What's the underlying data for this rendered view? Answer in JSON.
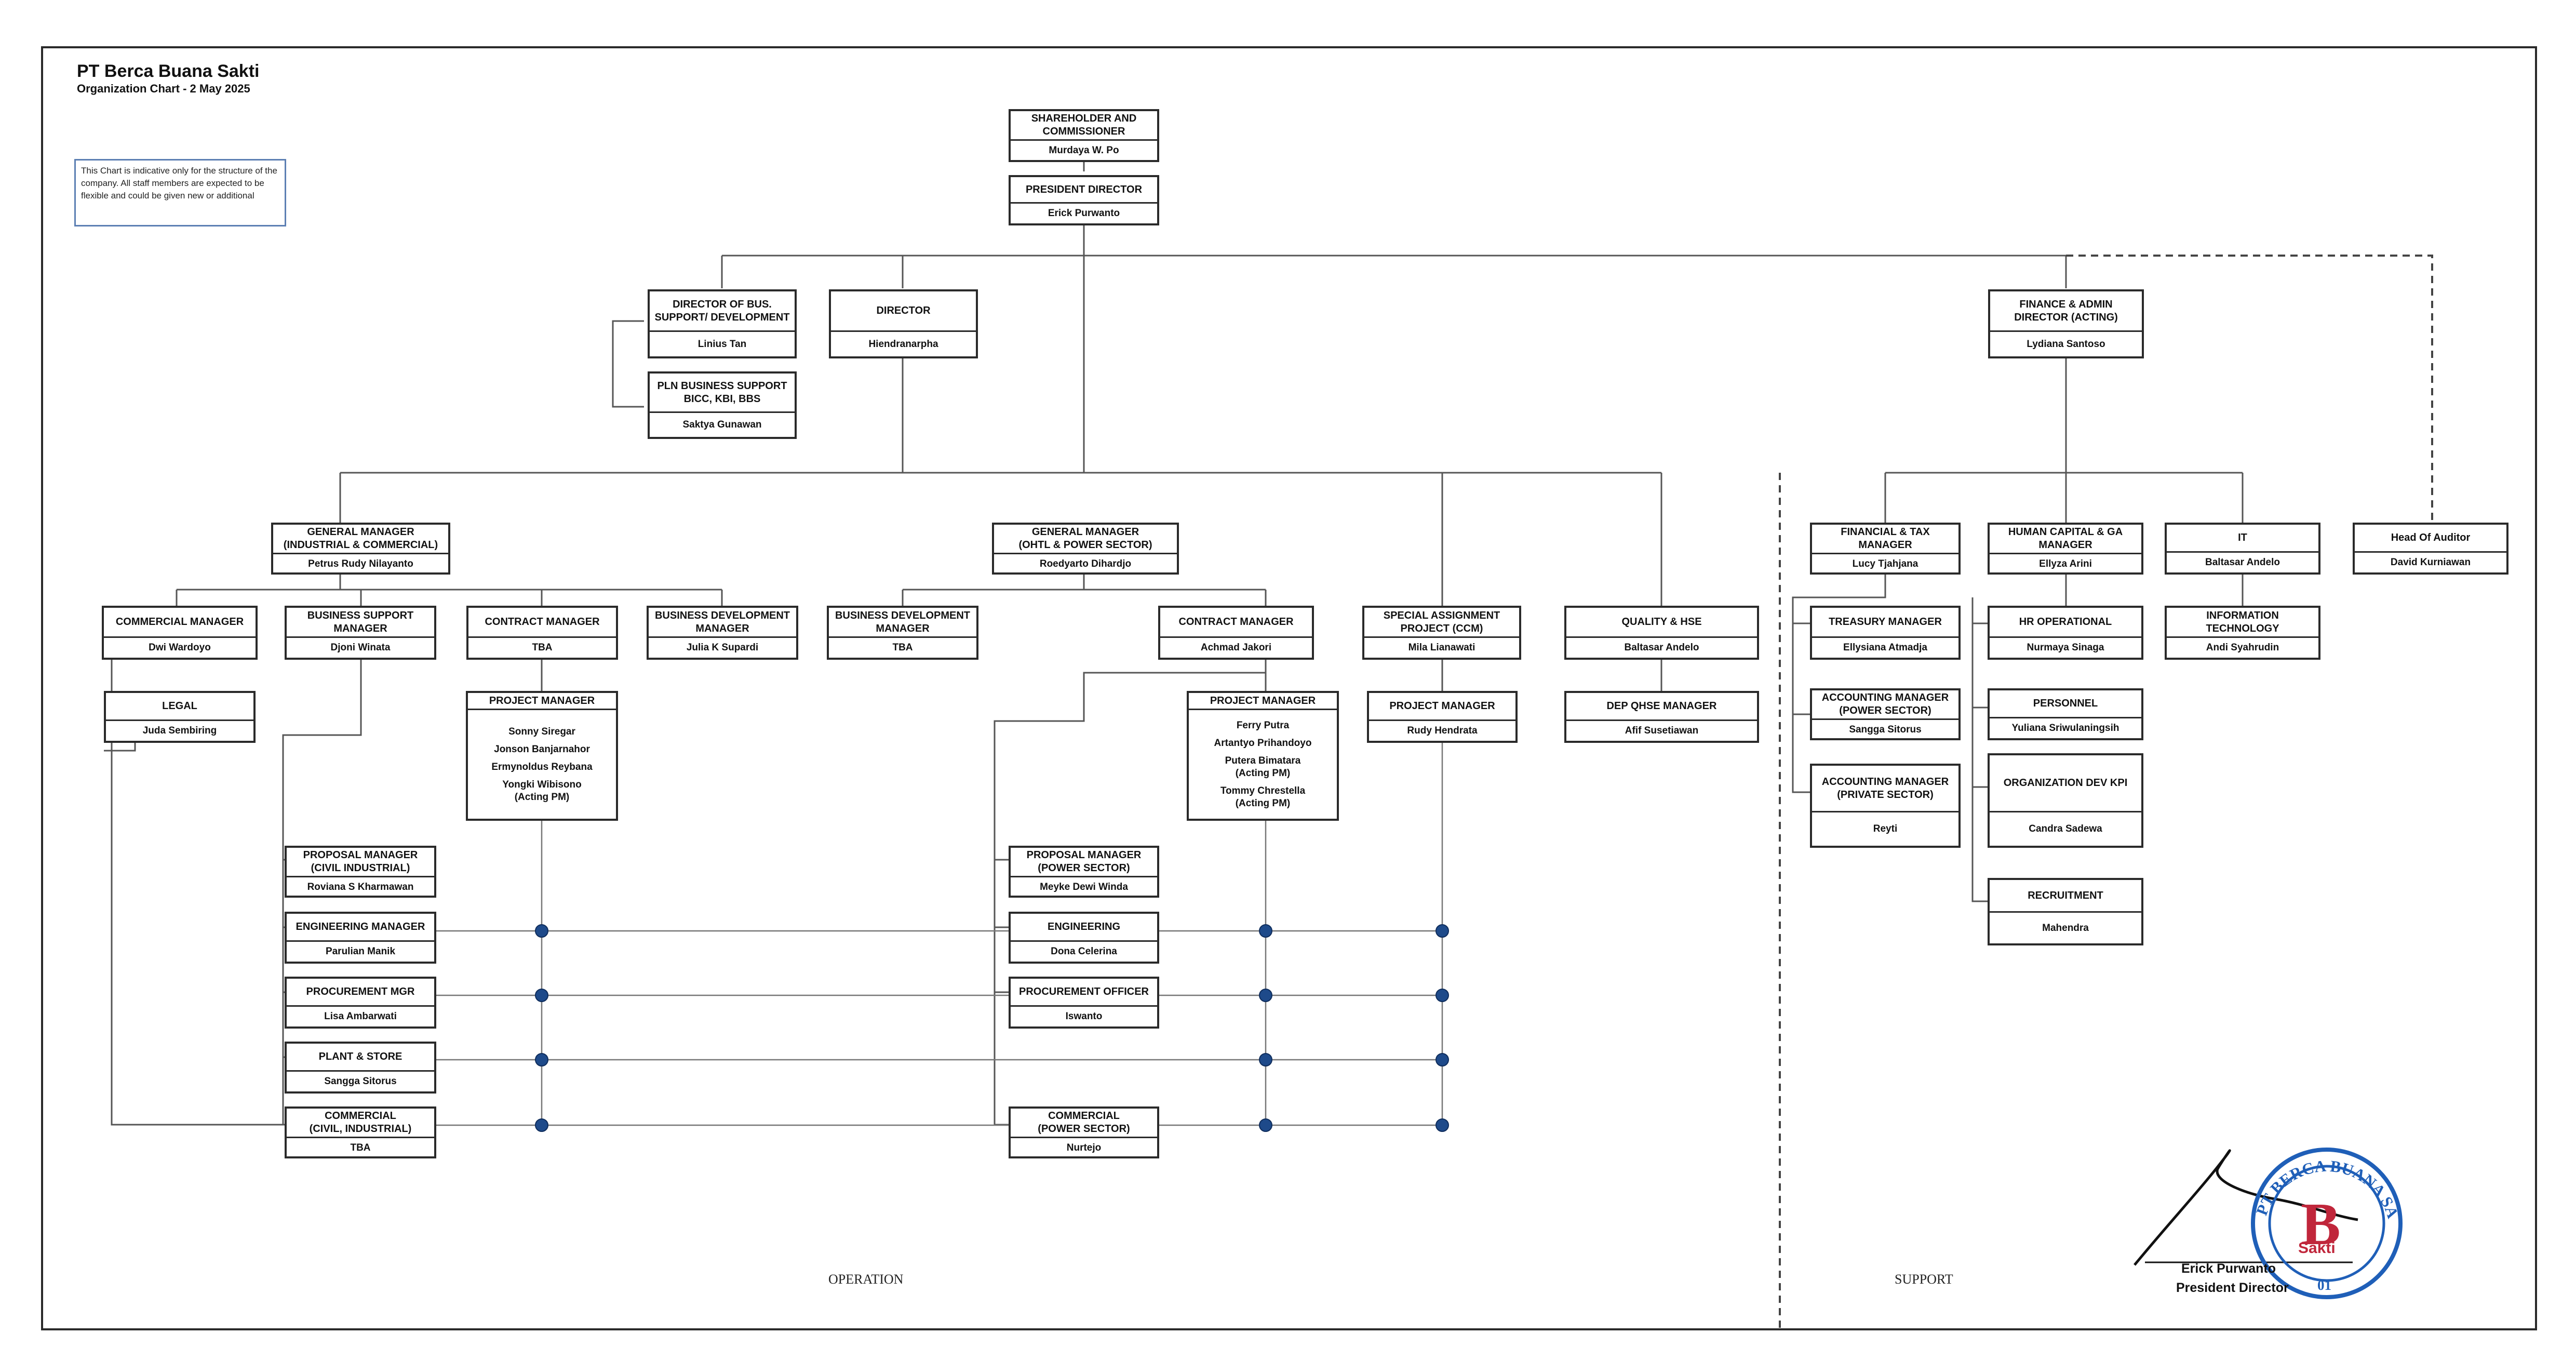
{
  "header": {
    "company": "PT Berca Buana Sakti",
    "subtitle": "Organization Chart - 2 May 2025",
    "note": "This Chart is indicative only for the structure of the company. All staff members are expected to be flexible and could be given new or additional"
  },
  "nodes": {
    "shareholder": {
      "title": "SHAREHOLDER AND\nCOMMISSIONER",
      "names": [
        "Murdaya W. Po"
      ]
    },
    "president": {
      "title": "PRESIDENT DIRECTOR",
      "names": [
        "Erick Purwanto"
      ]
    },
    "dir_bus": {
      "title": "DIRECTOR OF BUS.\nSUPPORT/ DEVELOPMENT",
      "names": [
        "Linius Tan"
      ]
    },
    "pln": {
      "title": "PLN BUSINESS SUPPORT\nBICC, KBI, BBS",
      "names": [
        "Saktya Gunawan"
      ]
    },
    "director": {
      "title": "DIRECTOR",
      "names": [
        "Hiendranarpha"
      ]
    },
    "finance_dir": {
      "title": "FINANCE & ADMIN\nDIRECTOR (ACTING)",
      "names": [
        "Lydiana Santoso"
      ]
    },
    "gm_ind": {
      "title": "GENERAL MANAGER\n(INDUSTRIAL & COMMERCIAL)",
      "names": [
        "Petrus Rudy Nilayanto"
      ]
    },
    "gm_ohtl": {
      "title": "GENERAL MANAGER\n(OHTL & POWER SECTOR)",
      "names": [
        "Roedyarto Dihardjo"
      ]
    },
    "commercial_mgr": {
      "title": "COMMERCIAL MANAGER",
      "names": [
        "Dwi Wardoyo"
      ]
    },
    "bus_support_mgr": {
      "title": "BUSINESS SUPPORT\nMANAGER",
      "names": [
        "Djoni Winata"
      ]
    },
    "contract_mgr_1": {
      "title": "CONTRACT MANAGER",
      "names": [
        "TBA"
      ]
    },
    "bus_dev_1": {
      "title": "BUSINESS DEVELOPMENT\nMANAGER",
      "names": [
        "Julia K Supardi"
      ]
    },
    "bus_dev_2": {
      "title": "BUSINESS DEVELOPMENT\nMANAGER",
      "names": [
        "TBA"
      ]
    },
    "contract_mgr_2": {
      "title": "CONTRACT MANAGER",
      "names": [
        "Achmad Jakori"
      ]
    },
    "special": {
      "title": "SPECIAL ASSIGNMENT\nPROJECT (CCM)",
      "names": [
        "Mila Lianawati"
      ]
    },
    "quality": {
      "title": "QUALITY & HSE",
      "names": [
        "Baltasar Andelo"
      ]
    },
    "legal": {
      "title": "LEGAL",
      "names": [
        "Juda Sembiring"
      ]
    },
    "pm_1": {
      "title": "PROJECT MANAGER",
      "names": [
        "Sonny Siregar",
        "Jonson Banjarnahor",
        "Ermynoldus Reybana",
        "Yongki Wibisono\n(Acting PM)"
      ]
    },
    "pm_2": {
      "title": "PROJECT MANAGER",
      "names": [
        "Ferry Putra",
        "Artantyo Prihandoyo",
        "Putera Bimatara\n(Acting PM)",
        "Tommy Chrestella\n(Acting PM)"
      ]
    },
    "pm_3": {
      "title": "PROJECT MANAGER",
      "names": [
        "Rudy Hendrata"
      ]
    },
    "dep_qhse": {
      "title": "DEP QHSE MANAGER",
      "names": [
        "Afif Susetiawan"
      ]
    },
    "proposal_1": {
      "title": "PROPOSAL MANAGER\n(CIVIL INDUSTRIAL)",
      "names": [
        "Roviana S Kharmawan"
      ]
    },
    "eng_mgr": {
      "title": "ENGINEERING MANAGER",
      "names": [
        "Parulian Manik"
      ]
    },
    "proc_mgr": {
      "title": "PROCUREMENT MGR",
      "names": [
        "Lisa Ambarwati"
      ]
    },
    "plant": {
      "title": "PLANT & STORE",
      "names": [
        "Sangga Sitorus"
      ]
    },
    "comm_civil": {
      "title": "COMMERCIAL\n(CIVIL, INDUSTRIAL)",
      "names": [
        "TBA"
      ]
    },
    "proposal_2": {
      "title": "PROPOSAL MANAGER\n(POWER SECTOR)",
      "names": [
        "Meyke Dewi Winda"
      ]
    },
    "engineering": {
      "title": "ENGINEERING",
      "names": [
        "Dona Celerina"
      ]
    },
    "proc_officer": {
      "title": "PROCUREMENT OFFICER",
      "names": [
        "Iswanto"
      ]
    },
    "comm_power": {
      "title": "COMMERCIAL\n(POWER SECTOR)",
      "names": [
        "Nurtejo"
      ]
    },
    "fin_tax": {
      "title": "FINANCIAL & TAX\nMANAGER",
      "names": [
        "Lucy Tjahjana"
      ]
    },
    "hc_ga": {
      "title": "HUMAN CAPITAL & GA\nMANAGER",
      "names": [
        "Ellyza Arini"
      ]
    },
    "it": {
      "title": "IT",
      "names": [
        "Baltasar Andelo"
      ]
    },
    "auditor": {
      "title": "Head Of Auditor",
      "names": [
        "David Kurniawan"
      ]
    },
    "treasury": {
      "title": "TREASURY MANAGER",
      "names": [
        "Ellysiana Atmadja"
      ]
    },
    "acc_power": {
      "title": "ACCOUNTING MANAGER\n(POWER SECTOR)",
      "names": [
        "Sangga Sitorus"
      ]
    },
    "acc_private": {
      "title": "ACCOUNTING MANAGER\n(PRIVATE SECTOR)",
      "names": [
        "Reyti"
      ]
    },
    "hr_op": {
      "title": "HR OPERATIONAL",
      "names": [
        "Nurmaya Sinaga"
      ]
    },
    "personnel": {
      "title": "PERSONNEL",
      "names": [
        "Yuliana Sriwulaningsih"
      ]
    },
    "org_dev": {
      "title": "ORGANIZATION DEV KPI",
      "names": [
        "Candra Sadewa"
      ]
    },
    "recruitment": {
      "title": "RECRUITMENT",
      "names": [
        "Mahendra"
      ]
    },
    "info_tech": {
      "title": "INFORMATION\nTECHNOLOGY",
      "names": [
        "Andi Syahrudin"
      ]
    }
  },
  "sections": {
    "operation": "OPERATION",
    "support": "SUPPORT"
  },
  "signature": {
    "name": "Erick Purwanto",
    "title": "President Director",
    "stamp_text": "PT BERCA BUANA SAKTI",
    "stamp_number": "01",
    "stamp_initial": "B",
    "stamp_word": "Sakti"
  },
  "colors": {
    "node_dot": "#1e4a8a",
    "note_border": "#5c7fb3",
    "stamp_blue": "#1f5fb8",
    "stamp_red": "#c0263b"
  }
}
